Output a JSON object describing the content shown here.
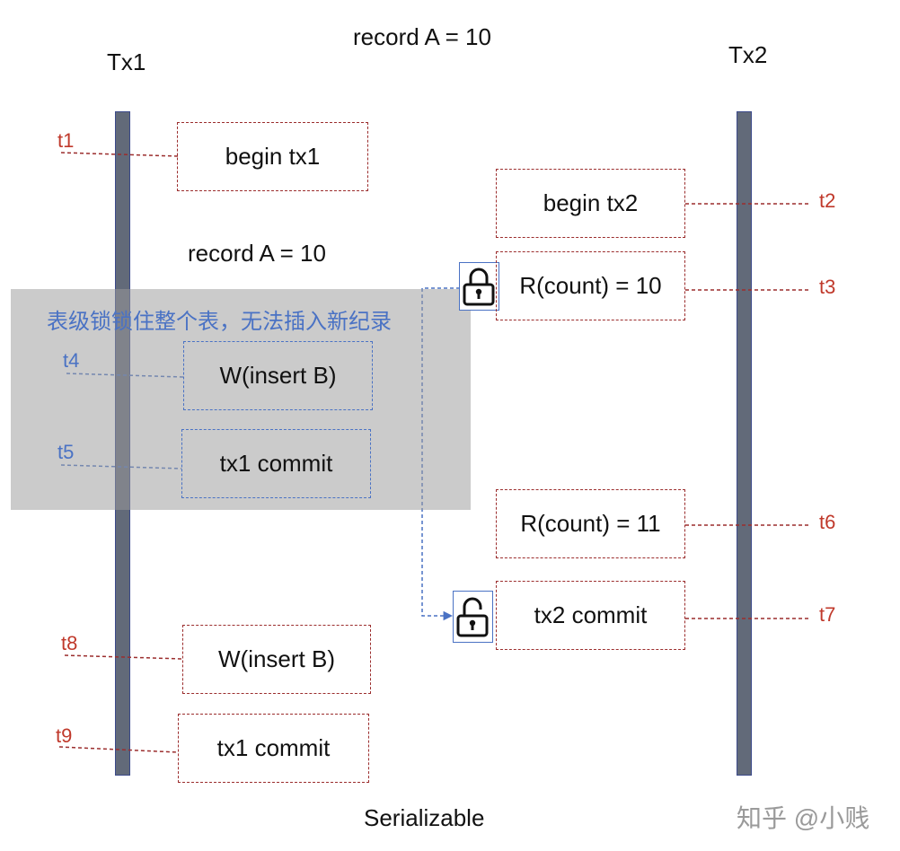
{
  "header": {
    "record_top": "record A = 10",
    "tx1": "Tx1",
    "tx2": "Tx2"
  },
  "tx1": {
    "t1": {
      "label": "t1",
      "box": "begin tx1"
    },
    "record_mid": "record A = 10",
    "t4": {
      "label": "t4",
      "box": "W(insert B)"
    },
    "t5": {
      "label": "t5",
      "box": "tx1 commit"
    },
    "t8": {
      "label": "t8",
      "box": "W(insert B)"
    },
    "t9": {
      "label": "t9",
      "box": "tx1 commit"
    }
  },
  "tx2": {
    "t2": {
      "label": "t2",
      "box": "begin tx2"
    },
    "t3": {
      "label": "t3",
      "box": "R(count) = 10"
    },
    "t6": {
      "label": "t6",
      "box": "R(count) = 11"
    },
    "t7": {
      "label": "t7",
      "box": "tx2 commit"
    }
  },
  "annotation": "表级锁锁住整个表，无法插入新纪录",
  "footer": "Serializable",
  "watermark": "知乎 @小贱",
  "icons": {
    "locked": "lock-closed-icon",
    "unlocked": "lock-open-icon"
  },
  "colors": {
    "red": "#c0392b",
    "blue": "#4a72c4",
    "bar": "#626a79",
    "overlay": "#9b9b9b"
  }
}
